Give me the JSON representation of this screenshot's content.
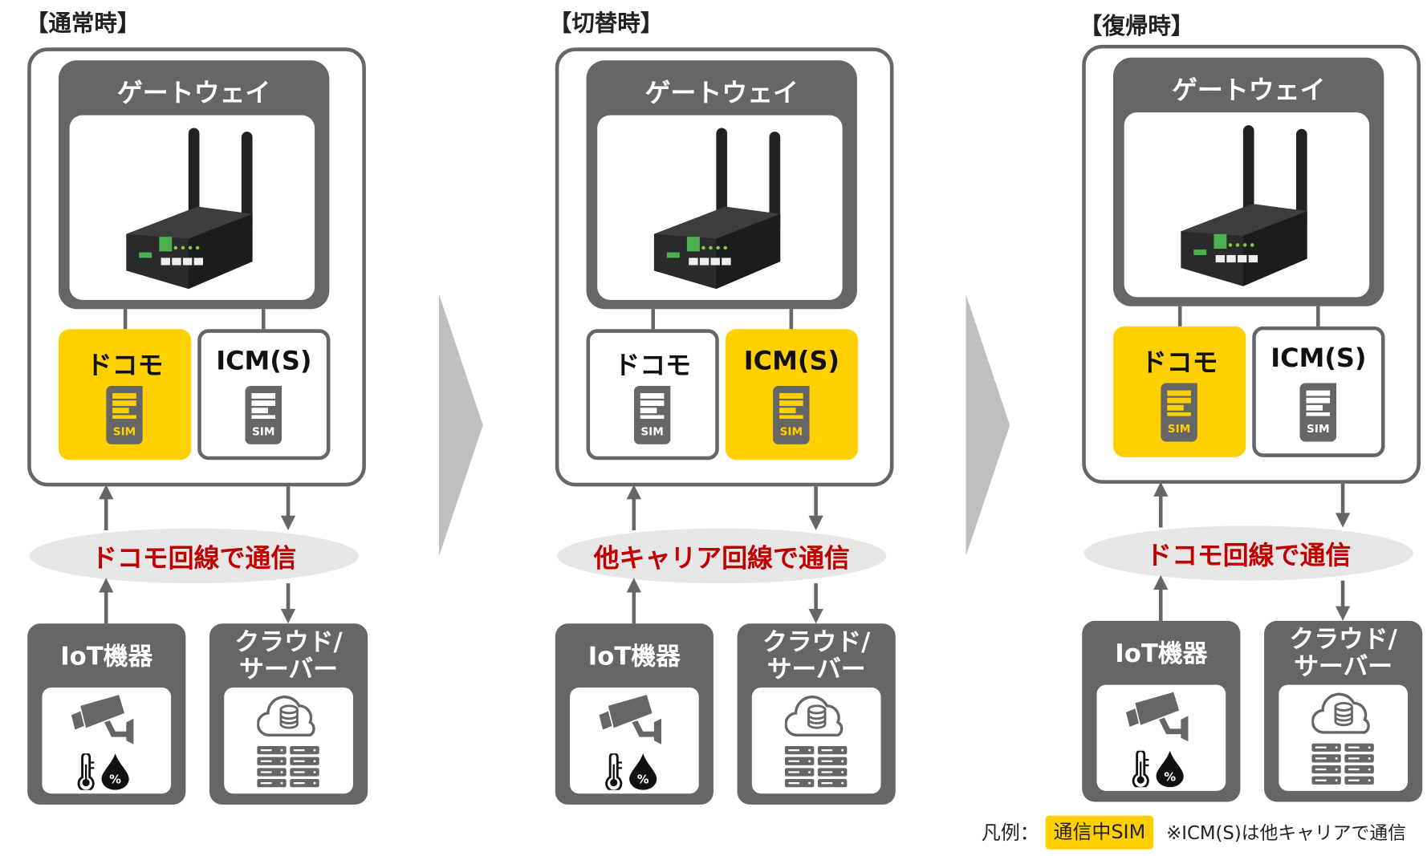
{
  "panels": [
    {
      "title": "【通常時】",
      "gateway_label": "ゲートウェイ",
      "sims": [
        {
          "label": "ドコモ",
          "icon_text": "SIM",
          "active": true
        },
        {
          "label": "ICM(S)",
          "icon_text": "SIM",
          "active": false
        }
      ],
      "network_label": "ドコモ回線で通信",
      "iot_label": "IoT機器",
      "cloud_label_1": "クラウド/",
      "cloud_label_2": "サーバー"
    },
    {
      "title": "【切替時】",
      "gateway_label": "ゲートウェイ",
      "sims": [
        {
          "label": "ドコモ",
          "icon_text": "SIM",
          "active": false
        },
        {
          "label": "ICM(S)",
          "icon_text": "SIM",
          "active": true
        }
      ],
      "network_label": "他キャリア回線で通信",
      "iot_label": "IoT機器",
      "cloud_label_1": "クラウド/",
      "cloud_label_2": "サーバー"
    },
    {
      "title": "【復帰時】",
      "gateway_label": "ゲートウェイ",
      "sims": [
        {
          "label": "ドコモ",
          "icon_text": "SIM",
          "active": true
        },
        {
          "label": "ICM(S)",
          "icon_text": "SIM",
          "active": false
        }
      ],
      "network_label": "ドコモ回線で通信",
      "iot_label": "IoT機器",
      "cloud_label_1": "クラウド/",
      "cloud_label_2": "サーバー"
    }
  ],
  "legend": {
    "label": "凡例：",
    "badge": "通信中SIM",
    "note": "※ICM(S)は他キャリアで通信"
  },
  "colors": {
    "active": "#FFD000",
    "frame": "#666666",
    "network_text": "#C00000",
    "ellipse": "#E6E6E6"
  }
}
